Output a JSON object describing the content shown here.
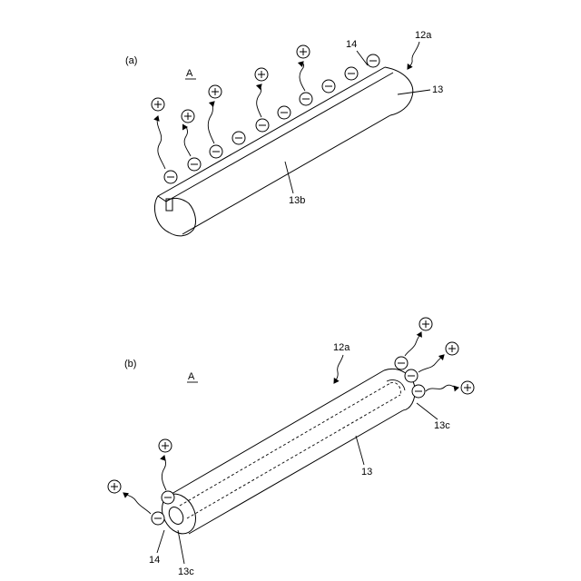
{
  "panel_a": {
    "label": "(a)",
    "direction": "A",
    "ref_fiber": "12a",
    "ref_body": "13",
    "ref_layer": "14",
    "ref_face": "13b"
  },
  "panel_b": {
    "label": "(b)",
    "direction": "A",
    "ref_fiber": "12a",
    "ref_body": "13",
    "ref_layer": "14",
    "ref_hole_front": "13c",
    "ref_hole_back": "13c"
  }
}
